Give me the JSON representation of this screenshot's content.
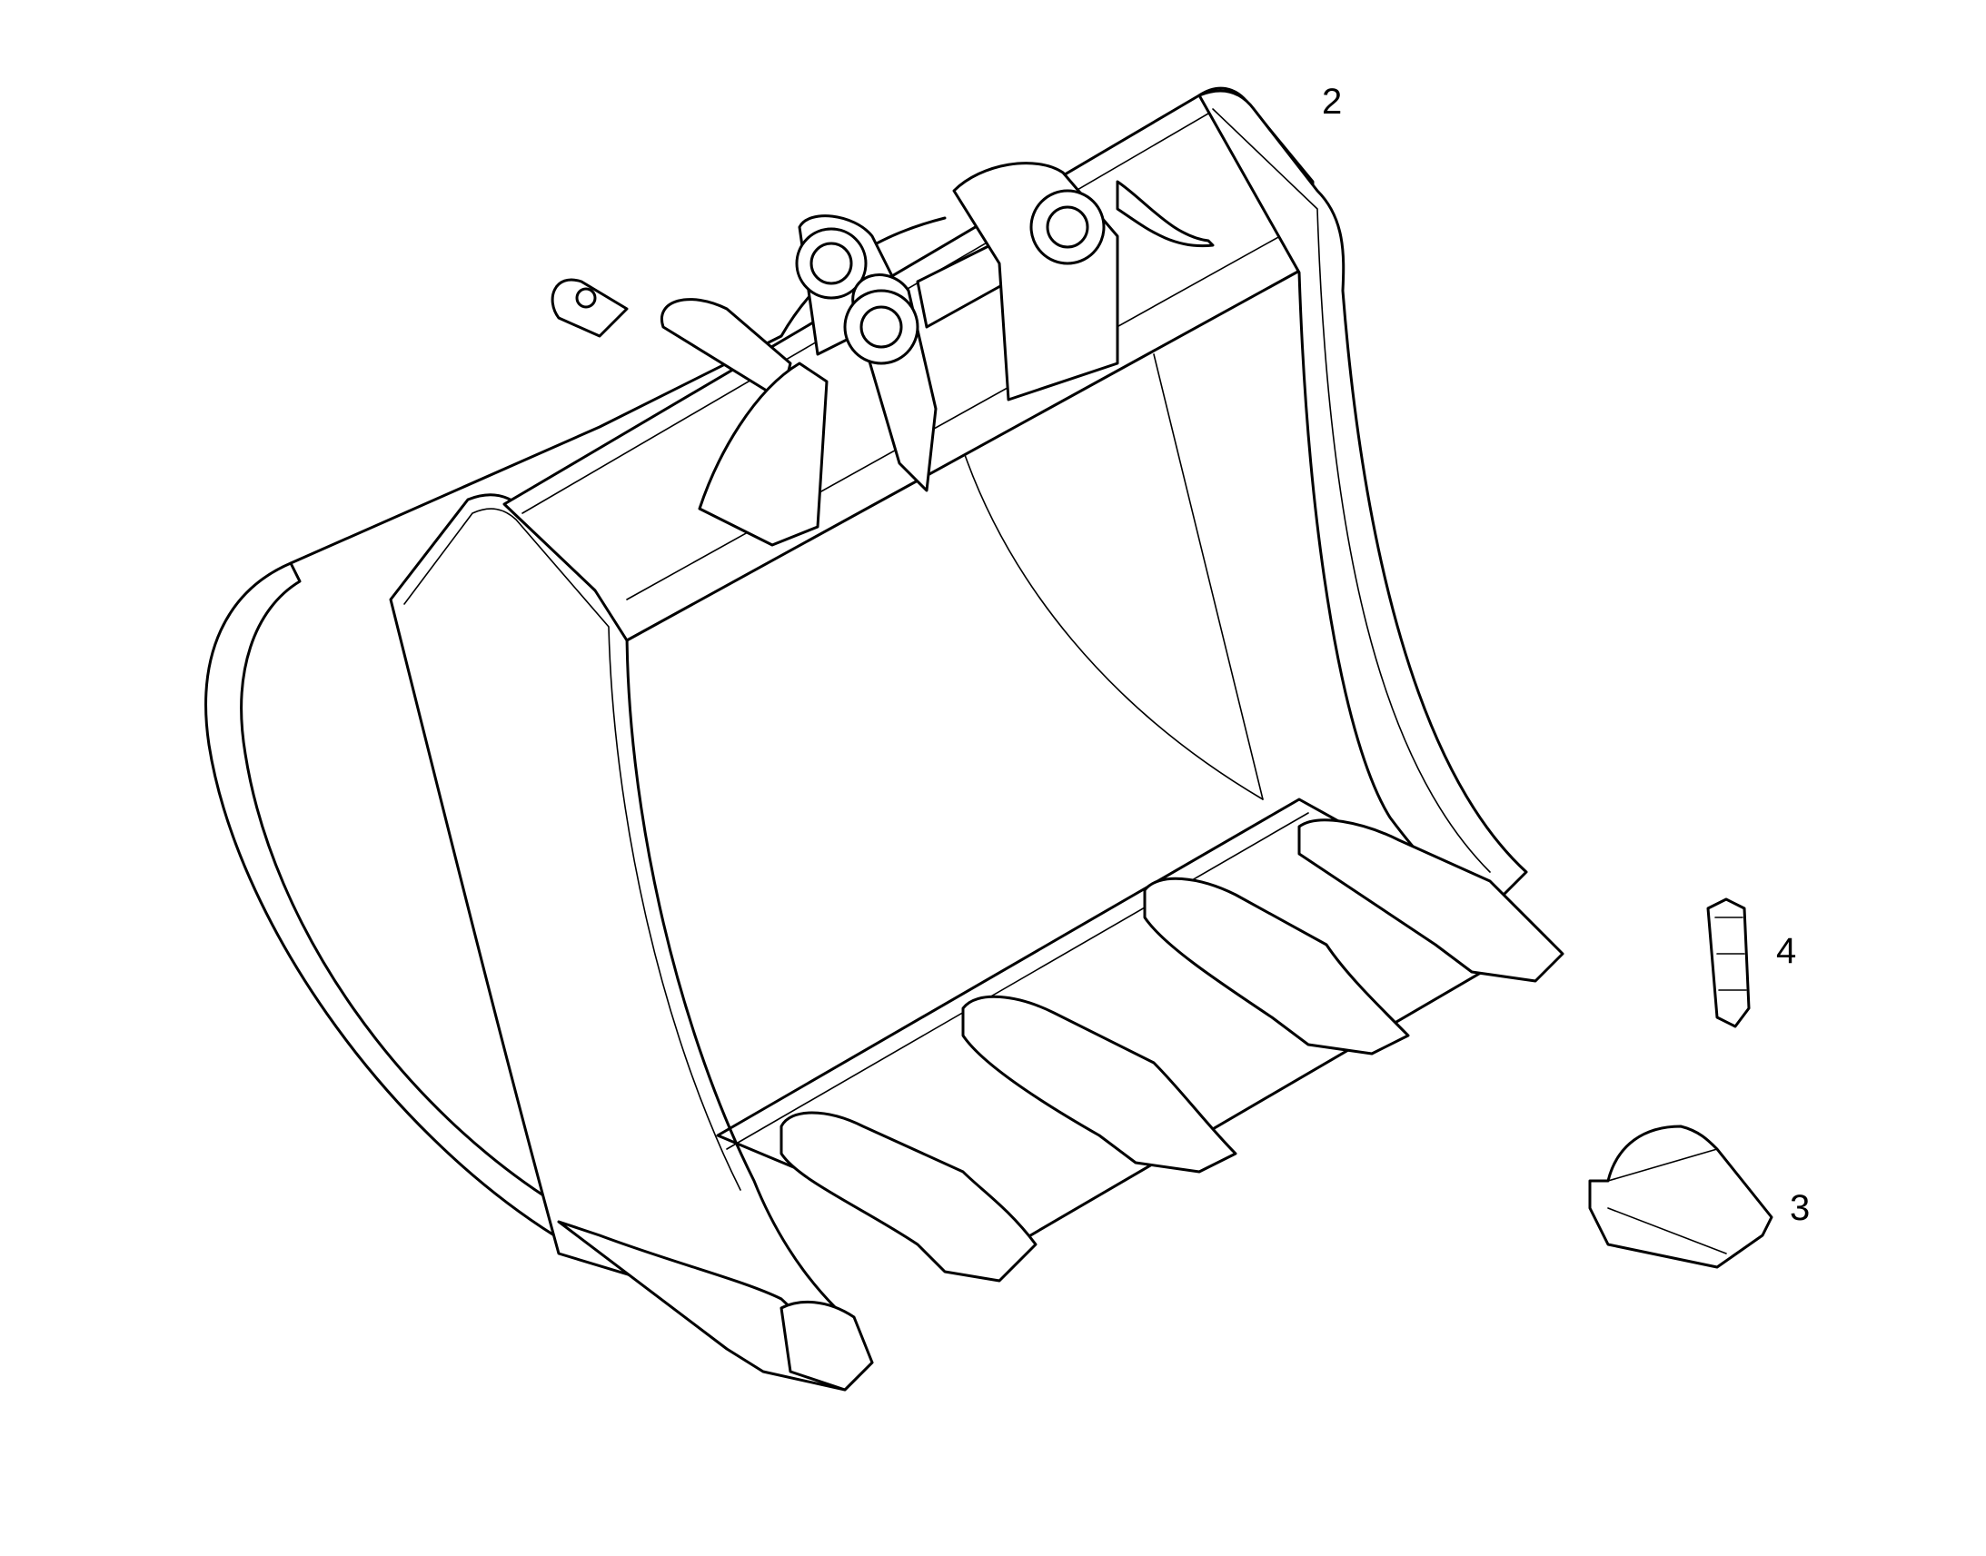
{
  "callouts": {
    "bucket": "2",
    "tooth": "3",
    "pin": "4"
  },
  "colors": {
    "line": "#000000",
    "background": "#ffffff"
  }
}
